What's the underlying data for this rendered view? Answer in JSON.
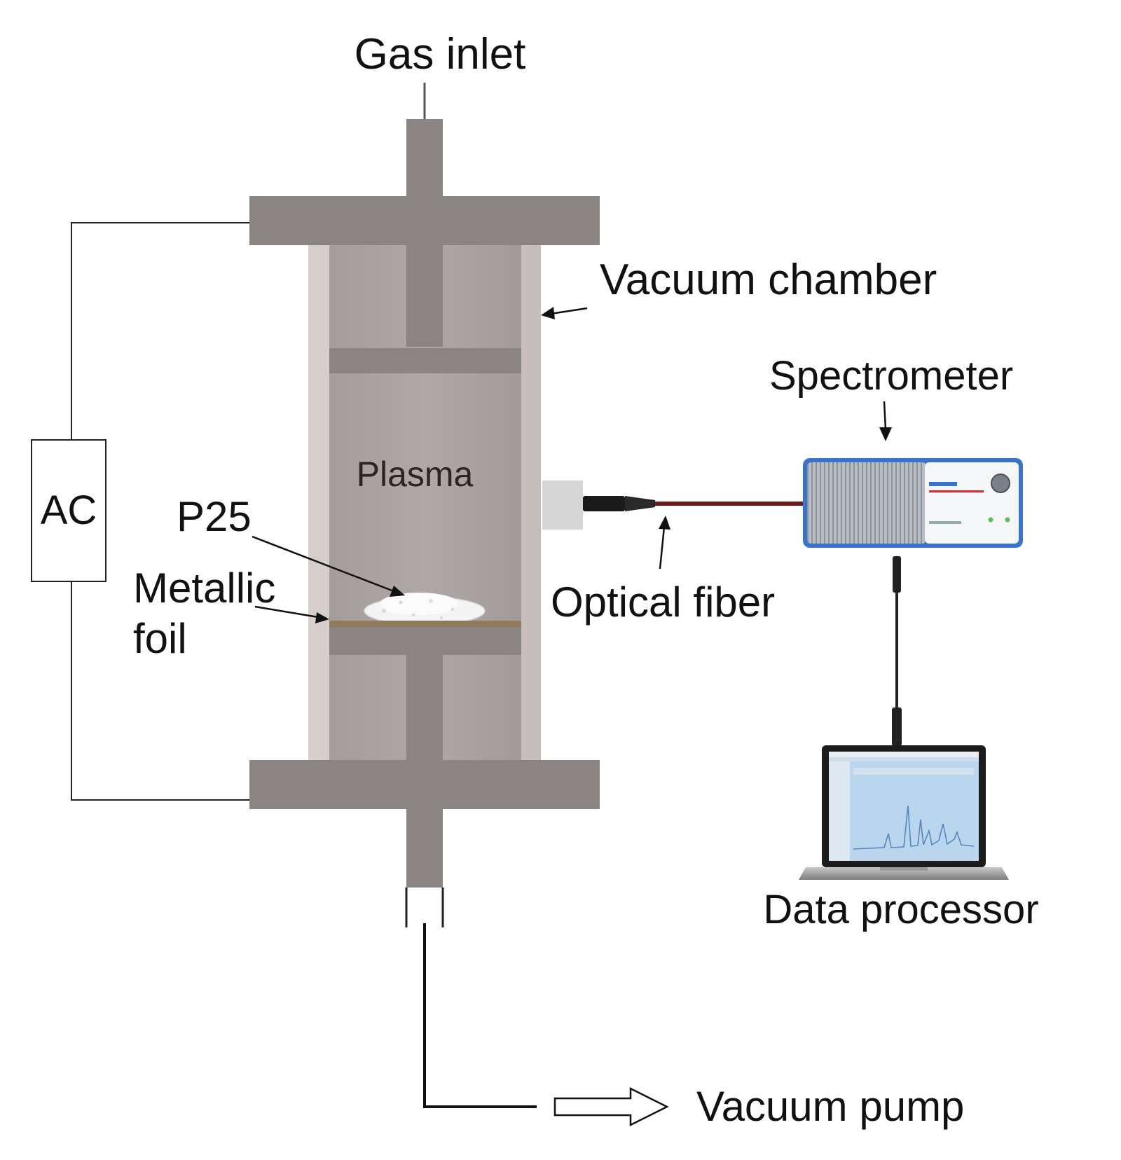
{
  "labels": {
    "gas_inlet": "Gas inlet",
    "vacuum_chamber": "Vacuum chamber",
    "spectrometer": "Spectrometer",
    "plasma": "Plasma",
    "p25": "P25",
    "metallic": "Metallic",
    "foil": "foil",
    "ac": "AC",
    "optical_fiber": "Optical fiber",
    "data_processor": "Data processor",
    "vacuum_pump": "Vacuum pump"
  },
  "colors": {
    "metal": "#8a8482",
    "metal_dark": "#7a7472",
    "chamber_wall": "#cfc5c2",
    "chamber_inner": "#a8a09e",
    "foil": "#8f7a5c",
    "fiber": "#6b1a1a",
    "spectrometer_blue": "#3a74c8",
    "screen": "#b9d6ee"
  }
}
